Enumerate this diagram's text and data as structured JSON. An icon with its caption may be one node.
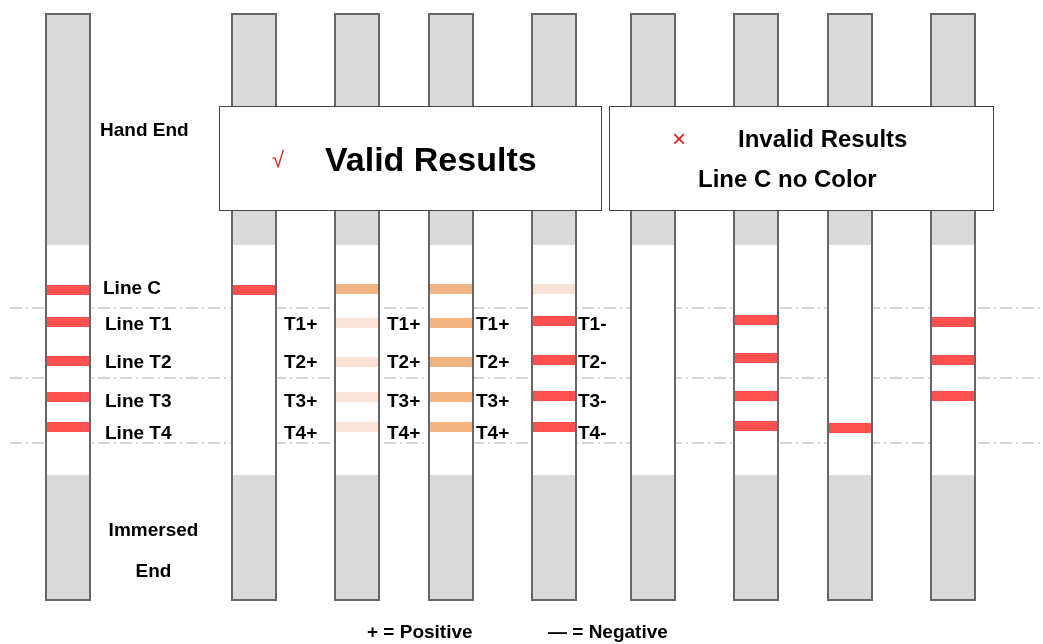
{
  "diagram": {
    "nodes": [
      {
        "text": [
          "√",
          "Valid Results"
        ]
      },
      {
        "text": [
          "×",
          "Invalid Results",
          "Line C no Color"
        ]
      }
    ],
    "labels": [
      "Hand End",
      "Line C",
      "Line T1",
      "T1+",
      "T1+",
      "T1+",
      "T1-",
      "Line T2",
      "T2+",
      "T2+",
      "T2+",
      "T2-",
      "Line T3",
      "T3+",
      "T3+",
      "T3+",
      "T3-",
      "Line T4",
      "T4+",
      "T4+",
      "T4+",
      "T4-",
      "Immersed End",
      "+ = Positive",
      "— = Negative"
    ]
  }
}
